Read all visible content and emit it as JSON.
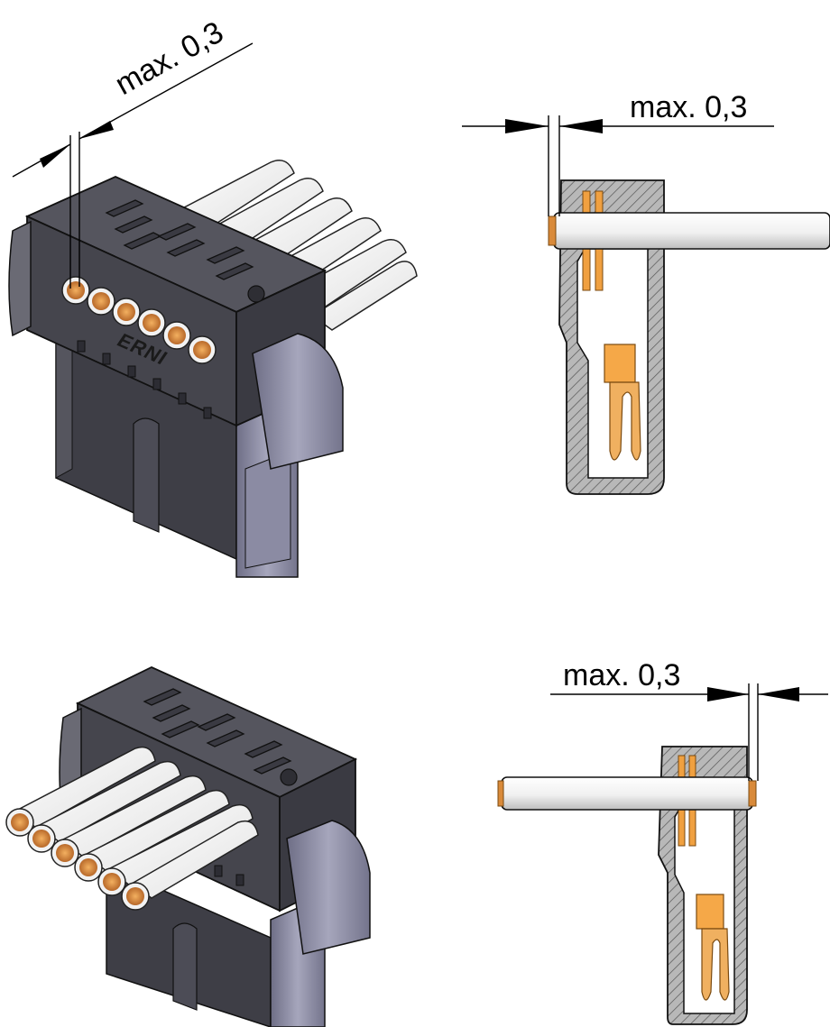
{
  "dimensions": {
    "top_left": "max. 0,3",
    "top_right": "max. 0,3",
    "bottom_right": "max. 0,3"
  },
  "branding": {
    "logo_text": "ERNI"
  },
  "colors": {
    "housing": "#4a4a52",
    "housing_light": "#6a6a74",
    "housing_dark": "#2f2f36",
    "latch": "#8a8aa0",
    "wire": "#f2f2f2",
    "copper": "#d98a3a",
    "contact": "#f0a040",
    "section_hatch": "#9a9a9a"
  }
}
